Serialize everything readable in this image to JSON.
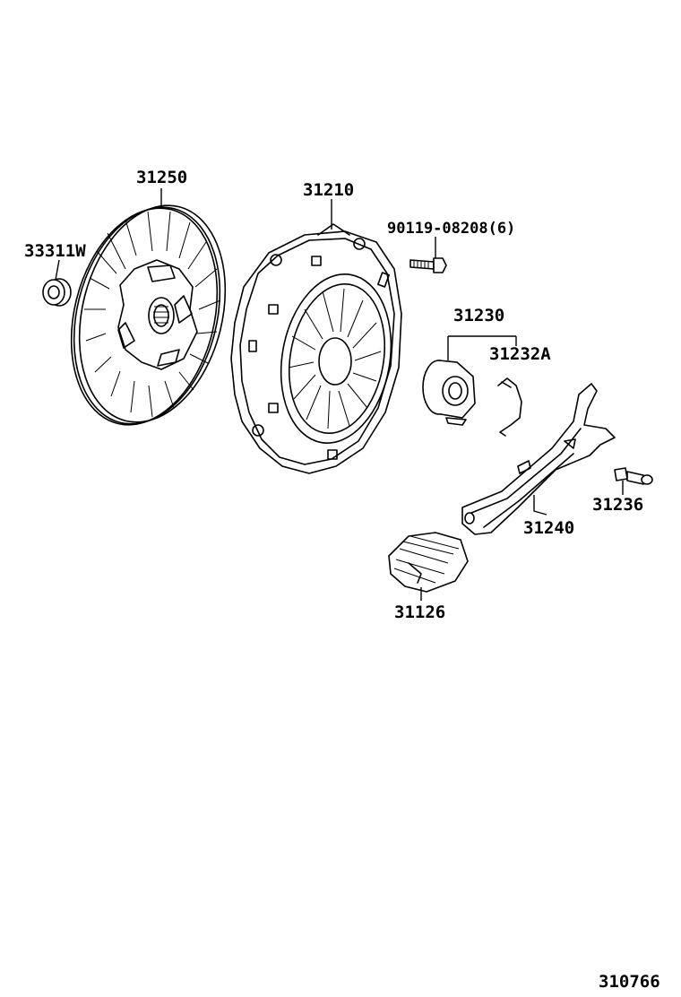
{
  "parts": [
    {
      "id": "clutch-disc",
      "label": "31250"
    },
    {
      "id": "pilot-bearing",
      "label": "33311W"
    },
    {
      "id": "clutch-cover",
      "label": "31210"
    },
    {
      "id": "cover-bolt",
      "label": "90119-08208(6)"
    },
    {
      "id": "release-bearing-assy",
      "label": "31230"
    },
    {
      "id": "release-bearing-clip",
      "label": "31232A"
    },
    {
      "id": "release-fork",
      "label": "31240"
    },
    {
      "id": "fork-support",
      "label": "31236"
    },
    {
      "id": "release-fork-boot",
      "label": "31126"
    }
  ],
  "diagram_id": "310766"
}
